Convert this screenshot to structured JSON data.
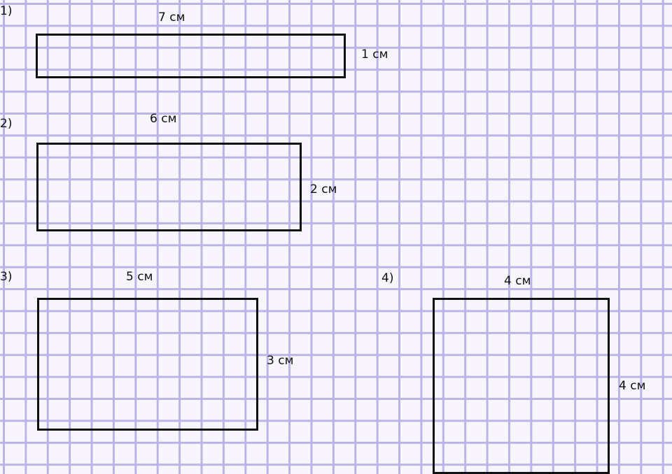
{
  "figures": [
    {
      "number": "1)",
      "width_label": "7 см",
      "height_label": "1 см"
    },
    {
      "number": "2)",
      "width_label": "6 см",
      "height_label": "2 см"
    },
    {
      "number": "3)",
      "width_label": "5 см",
      "height_label": "3 см"
    },
    {
      "number": "4)",
      "width_label": "4 см",
      "height_label": "4 см"
    }
  ]
}
